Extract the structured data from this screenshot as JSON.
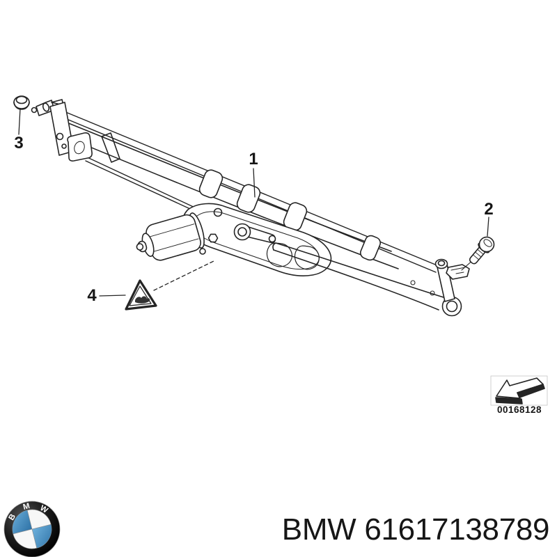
{
  "colors": {
    "background": "#ffffff",
    "line": "#242424",
    "text": "#161616",
    "logo_blue_light": "#6db0dc",
    "logo_blue_dark": "#2e72a6"
  },
  "diagram": {
    "callouts": [
      {
        "label": "1"
      },
      {
        "label": "2"
      },
      {
        "label": "3"
      },
      {
        "label": "4"
      }
    ],
    "warning_triangle": {
      "icon": "crush-hazard-triangle-icon"
    },
    "stamp": {
      "icon": "corner-arrow-icon",
      "number": "00168128"
    }
  },
  "footer": {
    "logo_letters": [
      "B",
      "M",
      "W"
    ],
    "part_text": "BMW 61617138789"
  }
}
